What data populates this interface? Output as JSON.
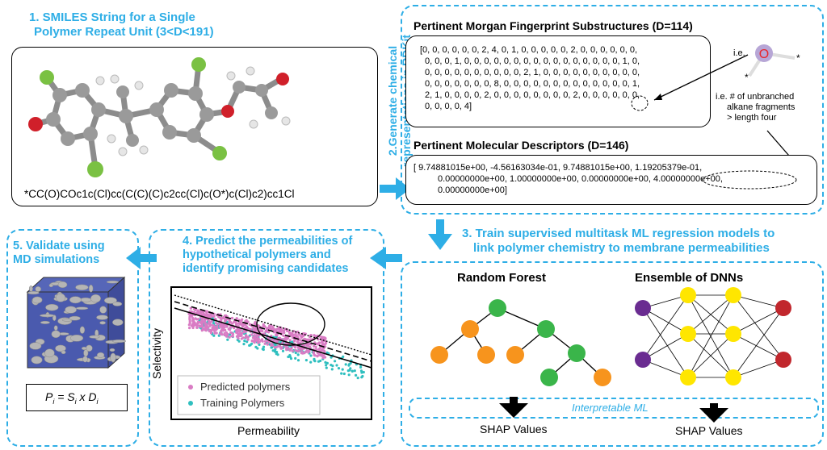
{
  "step1": {
    "title_line1": "1. SMILES String for a Single",
    "title_line2": "Polymer Repeat Unit (3<D<191)",
    "smiles": "*CC(O)COc1c(Cl)cc(C(C)(C)c2cc(Cl)c(O*)c(Cl)c2)cc1Cl"
  },
  "step2": {
    "label_line1": "2.Generate chemical",
    "label_line2": "representations in RDKit",
    "morgan_title": "Pertinent Morgan Fingerprint Substructures (D=114)",
    "morgan_lines": [
      "[0, 0, 0, 0, 0, 0, 2, 4, 0, 1, 0, 0, 0, 0, 0, 2, 0, 0, 0, 0, 0, 0,",
      "0, 0, 0, 1, 0, 0, 0, 0, 0, 0, 0, 0, 0, 0, 0, 0, 0, 0, 0, 0, 1, 0,",
      "0, 0, 0, 0, 0, 0, 0, 0, 0, 0, 2, 1, 0, 0, 0, 0, 0, 0, 0, 0, 0, 0,",
      "0, 0, 0, 0, 0, 0, 0, 8, 0, 0, 0, 0, 0, 0, 0, 0, 0, 0, 0, 0, 0, 1,",
      "2, 1, 0, 0, 0, 0, 2, 0, 0, 0, 0, 0, 0, 0, 0, 2, 0, 0, 0, 0, 0, 0,",
      "0, 0, 0, 0, 4]"
    ],
    "ie_top": "i.e.",
    "ie_note_line1": "i.e. # of unbranched",
    "ie_note_line2": "alkane fragments",
    "ie_note_line3": "> length four",
    "desc_title": "Pertinent Molecular Descriptors (D=146)",
    "desc_lines": [
      "[ 9.74881015e+00, -4.56163034e-01, 9.74881015e+00, 1.19205379e-01,",
      "0.00000000e+00, 1.00000000e+00, 0.00000000e+00, 4.00000000e+00,",
      "0.00000000e+00]"
    ]
  },
  "step3": {
    "title_line1": "3. Train supervised multitask ML regression models to",
    "title_line2": "link polymer chemistry to membrane permeabilities",
    "rf_title": "Random Forest",
    "dnn_title": "Ensemble of DNNs",
    "interp": "Interpretable ML",
    "shap1": "SHAP Values",
    "shap2": "SHAP Values"
  },
  "step4": {
    "title_line1": "4. Predict the permeabilities of",
    "title_line2": "hypothetical polymers and",
    "title_line3": "identify promising candidates",
    "ylabel": "Selectivity",
    "xlabel": "Permeability",
    "legend_pred": "Predicted polymers",
    "legend_train": "Training Polymers"
  },
  "step5": {
    "title_line1": "5. Validate using",
    "title_line2": "MD simulations"
  },
  "colors": {
    "accent": "#2eaee6",
    "pred": "#d97cc4",
    "train": "#2fbfbf",
    "rf_orange": "#f7941d",
    "rf_green": "#3ab54a",
    "dnn_yellow": "#ffe600",
    "dnn_purple": "#6a2c91",
    "dnn_red": "#c1272d"
  }
}
